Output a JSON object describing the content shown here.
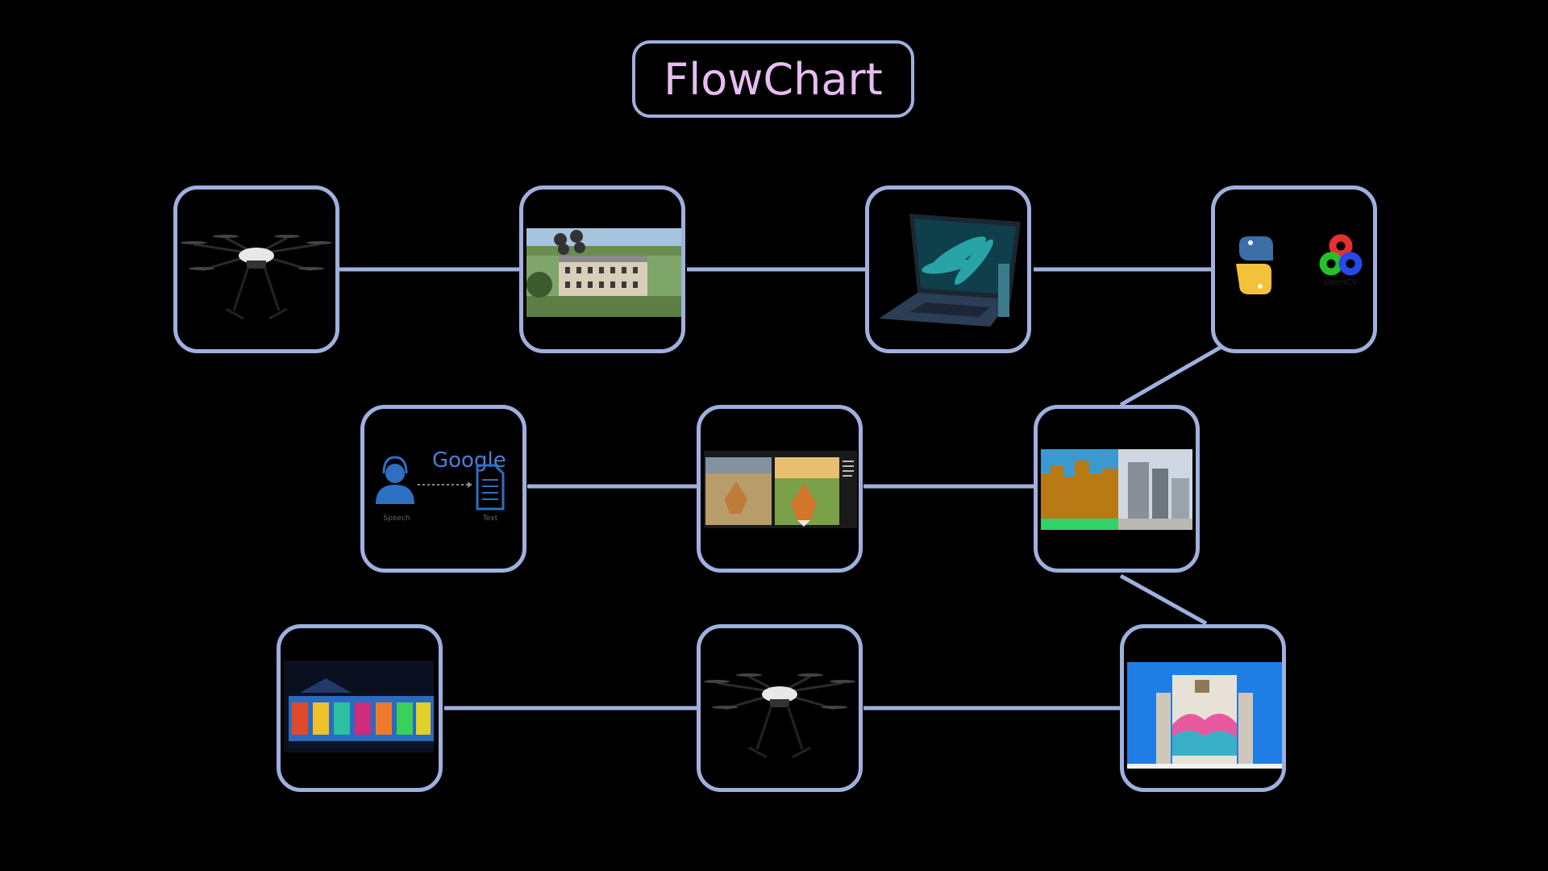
{
  "title": "FlowChart",
  "colors": {
    "background": "#000000",
    "outline": "#9fb0de",
    "title_text": "#e6bdf0"
  },
  "nodes": [
    {
      "id": "drone-top",
      "icon": "hexacopter-drone"
    },
    {
      "id": "mansion-aerial",
      "icon": "drone-over-mansion-photo"
    },
    {
      "id": "laptop",
      "icon": "laptop"
    },
    {
      "id": "python-opencv",
      "icon": "python-and-opencv-logos",
      "caption": "OpenCV"
    },
    {
      "id": "speech-to-text",
      "icon": "google-speech-to-text",
      "brand": "Google",
      "left_caption": "Speech",
      "right_caption": "Text"
    },
    {
      "id": "fox-style",
      "icon": "style-transfer-fox-images"
    },
    {
      "id": "segmentation",
      "icon": "building-segmentation-pair"
    },
    {
      "id": "palace-mapping",
      "icon": "projection-mapped-palace"
    },
    {
      "id": "drone-bottom",
      "icon": "hexacopter-drone"
    },
    {
      "id": "mural-building",
      "icon": "building-mural-photo"
    }
  ]
}
